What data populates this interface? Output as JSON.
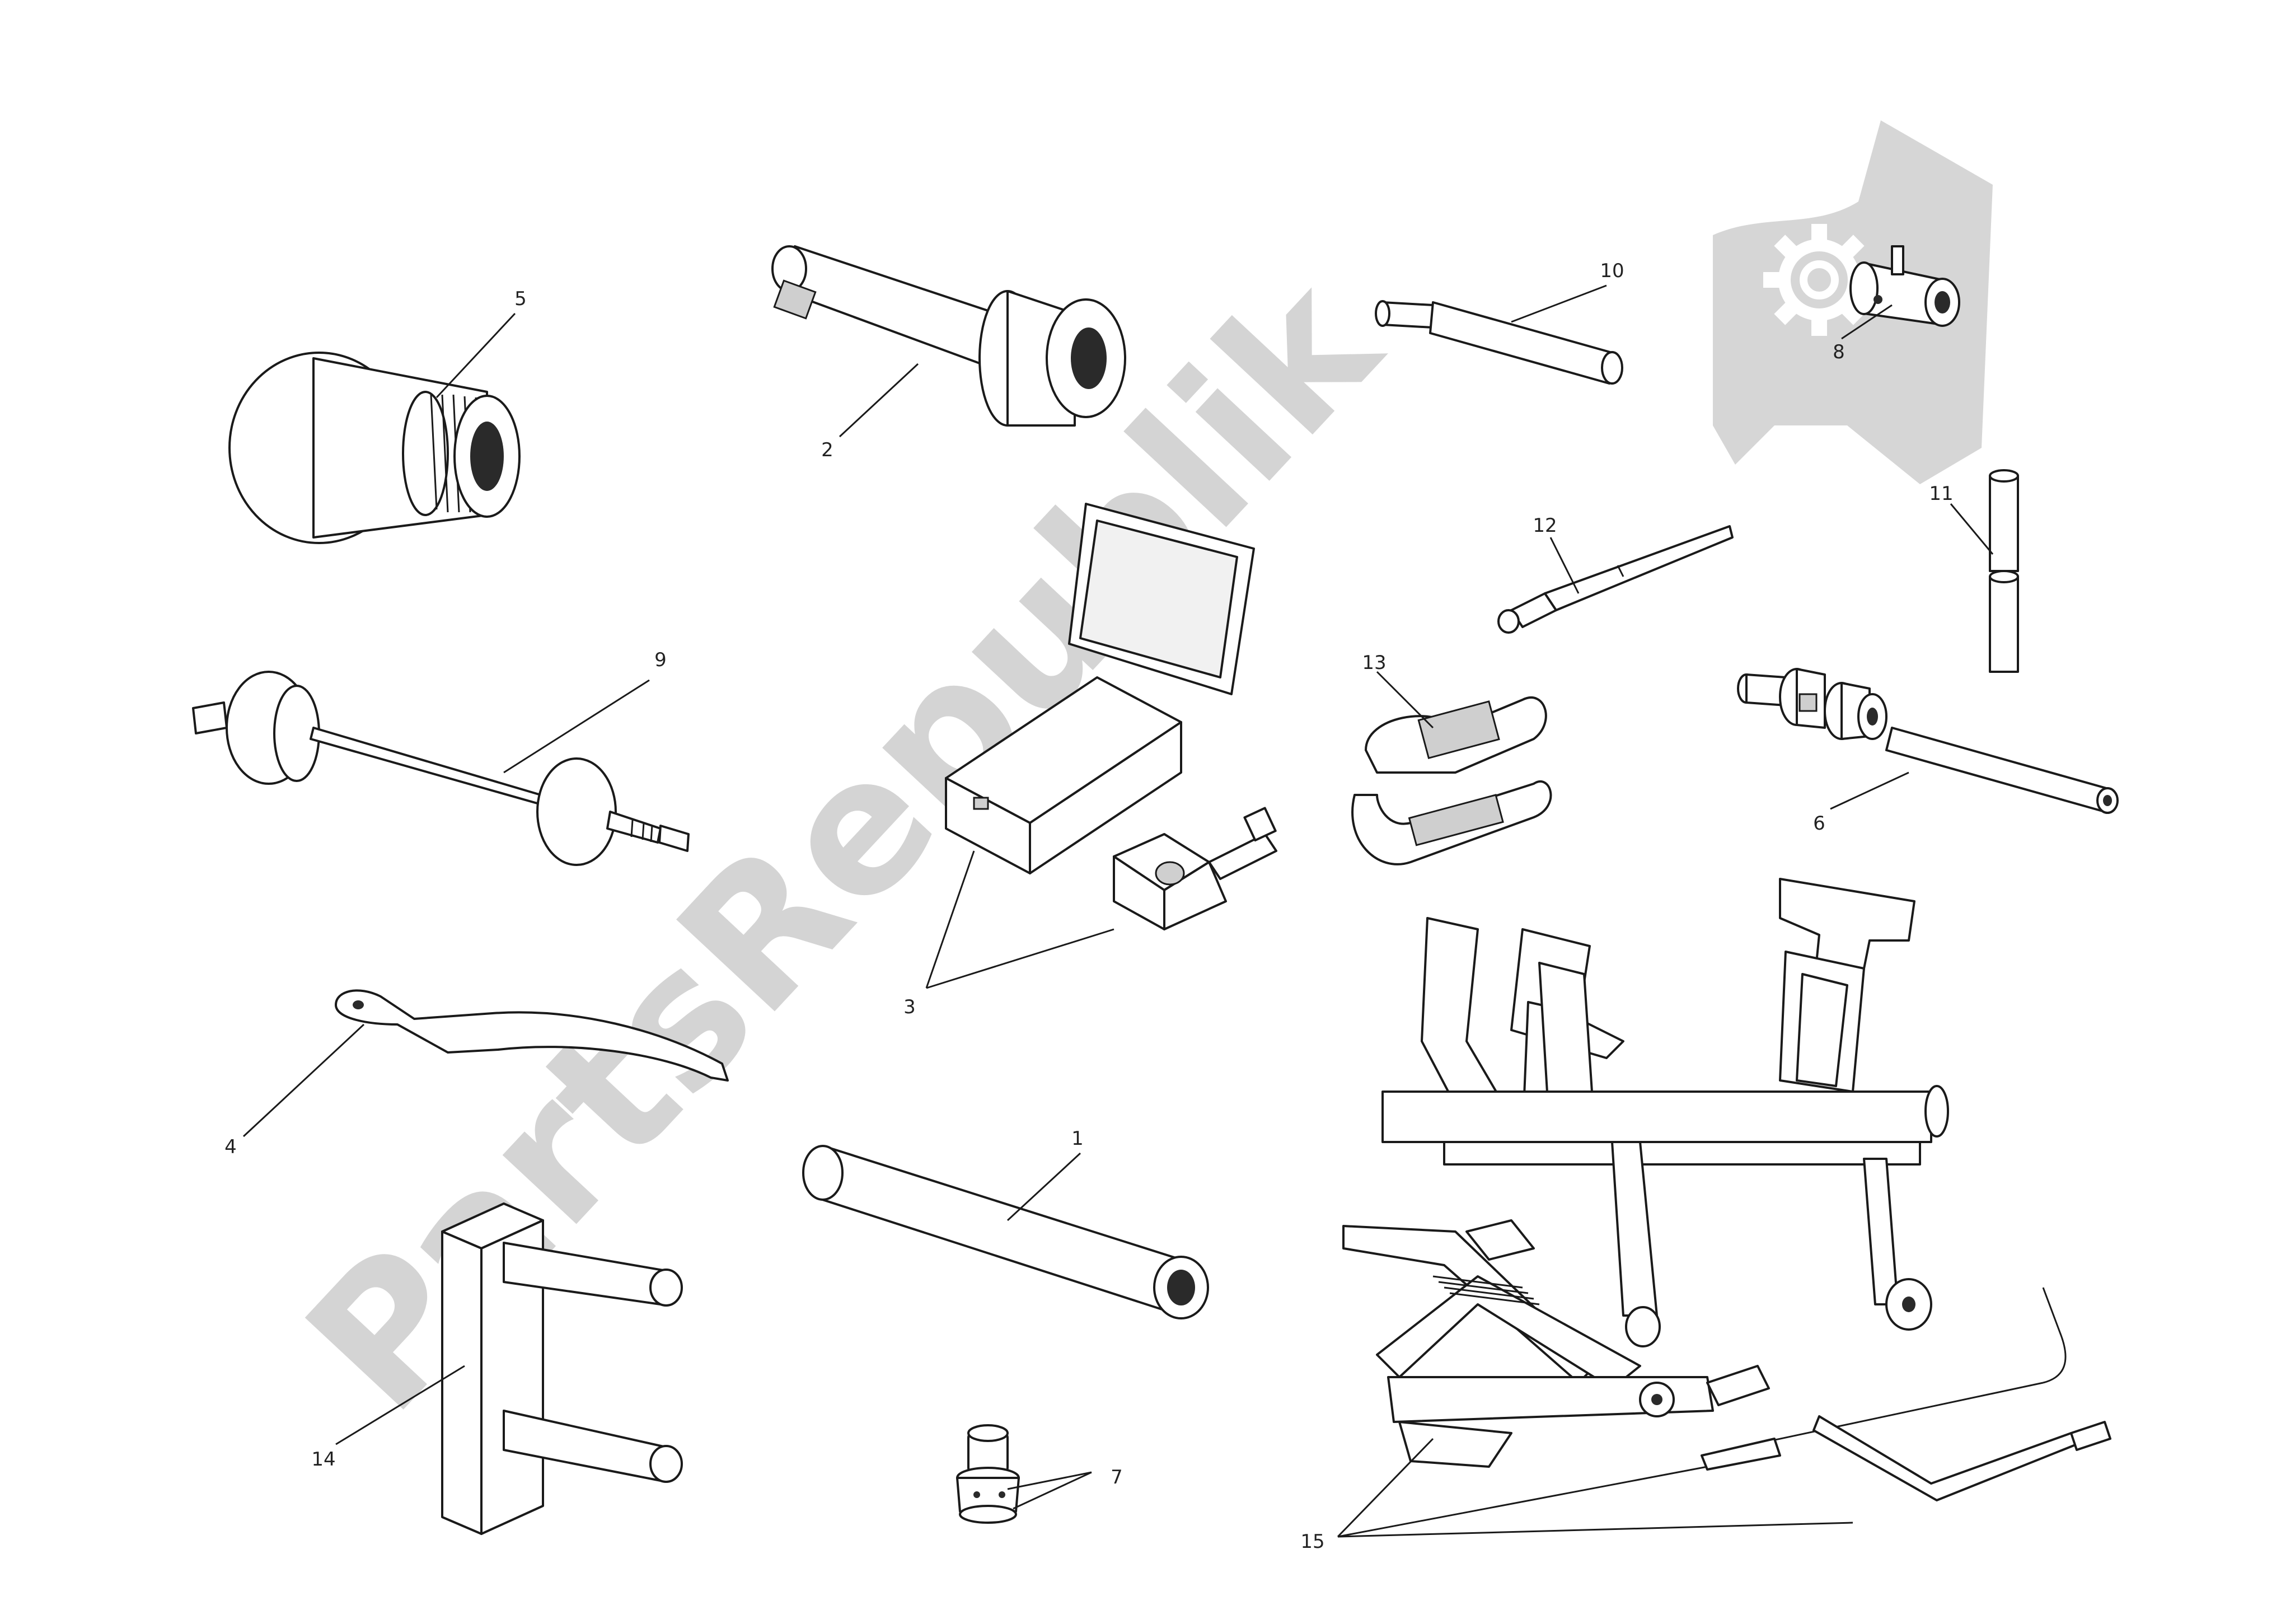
{
  "watermark": {
    "text": "PartsRepublik",
    "logo": "gear-flag-logo",
    "color": "#c8c8c8"
  },
  "callouts": [
    {
      "id": "1",
      "part": "sleeve-tube"
    },
    {
      "id": "2",
      "part": "stepped-drift-tube"
    },
    {
      "id": "3",
      "part": "tool-box-and-clamp"
    },
    {
      "id": "4",
      "part": "hook-wrench"
    },
    {
      "id": "5",
      "part": "threaded-flange-bush"
    },
    {
      "id": "6",
      "part": "pin-and-bush-set"
    },
    {
      "id": "7",
      "part": "small-adapter"
    },
    {
      "id": "8",
      "part": "collar-with-screw"
    },
    {
      "id": "9",
      "part": "bearing-puller-rod"
    },
    {
      "id": "10",
      "part": "stepped-pin"
    },
    {
      "id": "11",
      "part": "split-dowel"
    },
    {
      "id": "12",
      "part": "probe-tool"
    },
    {
      "id": "13",
      "part": "split-sleeve"
    },
    {
      "id": "14",
      "part": "two-pin-plate-tool"
    },
    {
      "id": "15",
      "part": "scissor-jack-stand-and-handle"
    }
  ]
}
